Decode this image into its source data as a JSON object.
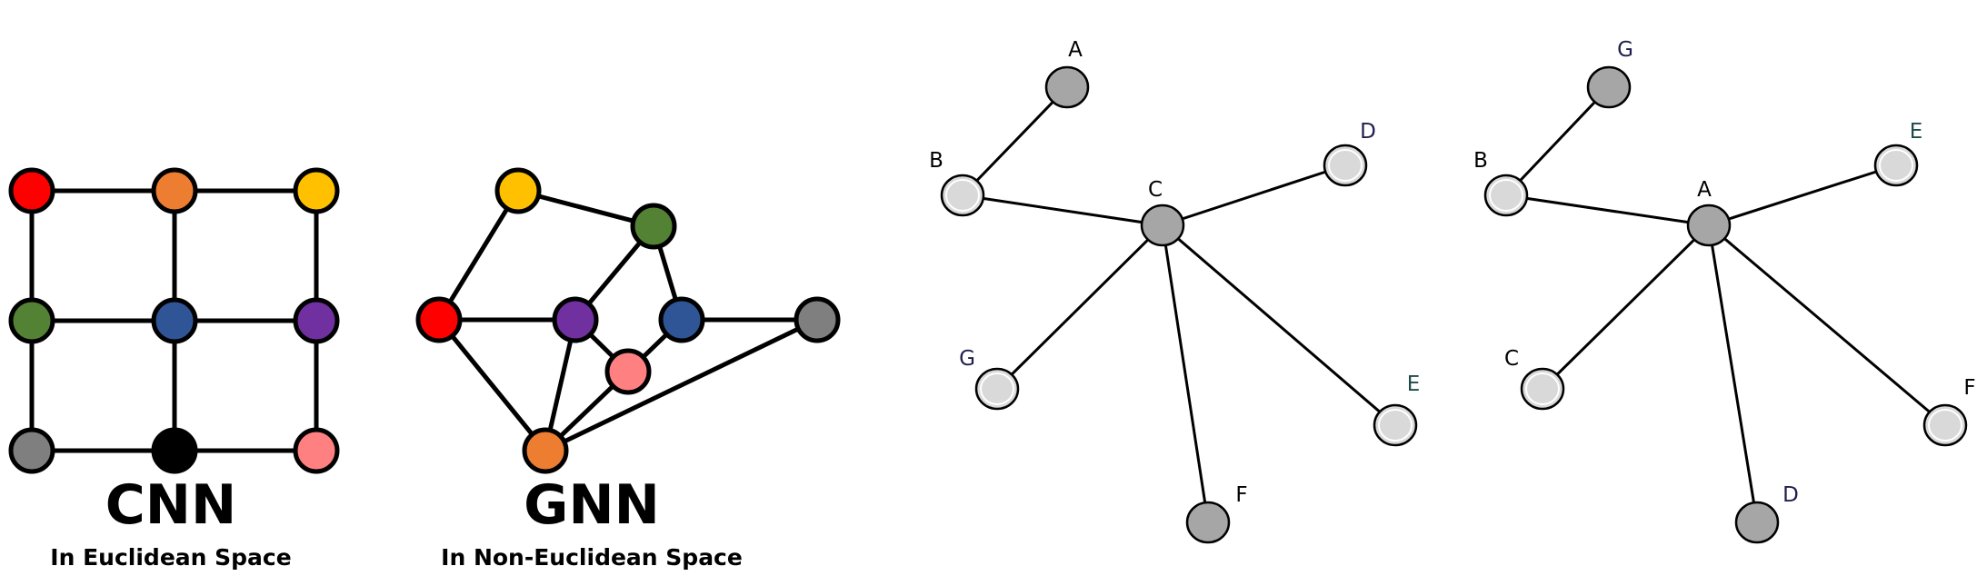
{
  "panels": {
    "cnn": {
      "title": "CNN",
      "subtitle": "In Euclidean Space",
      "nodes": [
        {
          "id": "r1c1",
          "color": "#ff0000"
        },
        {
          "id": "r1c2",
          "color": "#ed7d31"
        },
        {
          "id": "r1c3",
          "color": "#ffc000"
        },
        {
          "id": "r2c1",
          "color": "#548235"
        },
        {
          "id": "r2c2",
          "color": "#2f5597"
        },
        {
          "id": "r2c3",
          "color": "#7030a0"
        },
        {
          "id": "r3c1",
          "color": "#7f7f7f"
        },
        {
          "id": "r3c2",
          "color": "#000000"
        },
        {
          "id": "r3c3",
          "color": "#ff8080"
        }
      ],
      "edges": [
        [
          "r1c1",
          "r1c2"
        ],
        [
          "r1c2",
          "r1c3"
        ],
        [
          "r2c1",
          "r2c2"
        ],
        [
          "r2c2",
          "r2c3"
        ],
        [
          "r3c1",
          "r3c2"
        ],
        [
          "r3c2",
          "r3c3"
        ],
        [
          "r1c1",
          "r2c1"
        ],
        [
          "r2c1",
          "r3c1"
        ],
        [
          "r1c2",
          "r2c2"
        ],
        [
          "r2c2",
          "r3c2"
        ],
        [
          "r1c3",
          "r2c3"
        ],
        [
          "r2c3",
          "r3c3"
        ]
      ]
    },
    "gnn": {
      "title": "GNN",
      "subtitle": "In Non-Euclidean Space",
      "nodes": [
        {
          "id": "yellow",
          "color": "#ffc000"
        },
        {
          "id": "green",
          "color": "#548235"
        },
        {
          "id": "red",
          "color": "#ff0000"
        },
        {
          "id": "purple",
          "color": "#7030a0"
        },
        {
          "id": "blue",
          "color": "#2f5597"
        },
        {
          "id": "gray",
          "color": "#7f7f7f"
        },
        {
          "id": "pink",
          "color": "#ff8080"
        },
        {
          "id": "orange",
          "color": "#ed7d31"
        }
      ],
      "edges": [
        [
          "yellow",
          "green"
        ],
        [
          "yellow",
          "red"
        ],
        [
          "red",
          "purple"
        ],
        [
          "red",
          "orange"
        ],
        [
          "green",
          "purple"
        ],
        [
          "green",
          "blue"
        ],
        [
          "purple",
          "orange"
        ],
        [
          "purple",
          "pink"
        ],
        [
          "pink",
          "blue"
        ],
        [
          "pink",
          "orange"
        ],
        [
          "blue",
          "gray"
        ],
        [
          "orange",
          "gray"
        ]
      ]
    },
    "star1": {
      "node_color_dark": "#a6a6a6",
      "node_color_light": "#d9d9d9",
      "nodes": [
        {
          "id": "A",
          "label": "A",
          "shade": "dark"
        },
        {
          "id": "B",
          "label": "B",
          "shade": "light"
        },
        {
          "id": "C",
          "label": "C",
          "shade": "dark"
        },
        {
          "id": "D",
          "label": "D",
          "shade": "light"
        },
        {
          "id": "G",
          "label": "G",
          "shade": "light"
        },
        {
          "id": "E",
          "label": "E",
          "shade": "light"
        },
        {
          "id": "F",
          "label": "F",
          "shade": "dark"
        }
      ],
      "edges": [
        [
          "A",
          "B"
        ],
        [
          "B",
          "C"
        ],
        [
          "C",
          "D"
        ],
        [
          "C",
          "G"
        ],
        [
          "C",
          "E"
        ],
        [
          "C",
          "F"
        ]
      ]
    },
    "star2": {
      "node_color_dark": "#a6a6a6",
      "node_color_light": "#d9d9d9",
      "nodes": [
        {
          "id": "G",
          "label": "G",
          "shade": "dark"
        },
        {
          "id": "B",
          "label": "B",
          "shade": "light"
        },
        {
          "id": "A",
          "label": "A",
          "shade": "dark"
        },
        {
          "id": "E",
          "label": "E",
          "shade": "light"
        },
        {
          "id": "C",
          "label": "C",
          "shade": "light"
        },
        {
          "id": "F",
          "label": "F",
          "shade": "light"
        },
        {
          "id": "D",
          "label": "D",
          "shade": "dark"
        }
      ],
      "edges": [
        [
          "G",
          "B"
        ],
        [
          "B",
          "A"
        ],
        [
          "A",
          "E"
        ],
        [
          "A",
          "C"
        ],
        [
          "A",
          "F"
        ],
        [
          "A",
          "D"
        ]
      ]
    }
  },
  "label_colors": {
    "default": "#000000",
    "navy": "#1f1f4f",
    "teal": "#1e4a4a"
  }
}
